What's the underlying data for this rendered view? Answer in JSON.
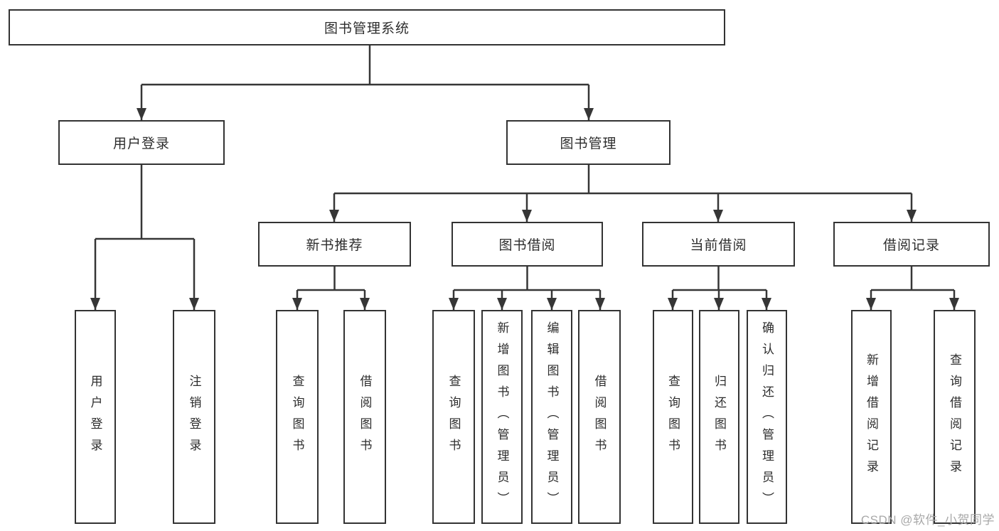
{
  "diagram": {
    "root": "图书管理系统",
    "level2": {
      "user_login": "用户登录",
      "book_management": "图书管理"
    },
    "level3": {
      "new_book_recommend": "新书推荐",
      "book_borrow": "图书借阅",
      "current_borrow": "当前借阅",
      "borrow_records": "借阅记录"
    },
    "leaves": {
      "user_login": "用户登录",
      "logout": "注销登录",
      "nbr_query_books": "查询图书",
      "nbr_borrow_books": "借阅图书",
      "bb_query_books": "查询图书",
      "bb_add_books": "新增图书（管理员）",
      "bb_edit_books": "编辑图书（管理员）",
      "bb_borrow_books": "借阅图书",
      "cb_query_books": "查询图书",
      "cb_return_books": "归还图书",
      "cb_confirm_return": "确认归还（管理员）",
      "br_add_record": "新增借阅记录",
      "br_query_record": "查询借阅记录"
    }
  },
  "watermark": "CSDN @软件_小贺同学",
  "colors": {
    "line": "#363636",
    "border": "#333333",
    "text": "#2d2d2d",
    "watermark": "#a8a8a8",
    "background": "#ffffff"
  }
}
